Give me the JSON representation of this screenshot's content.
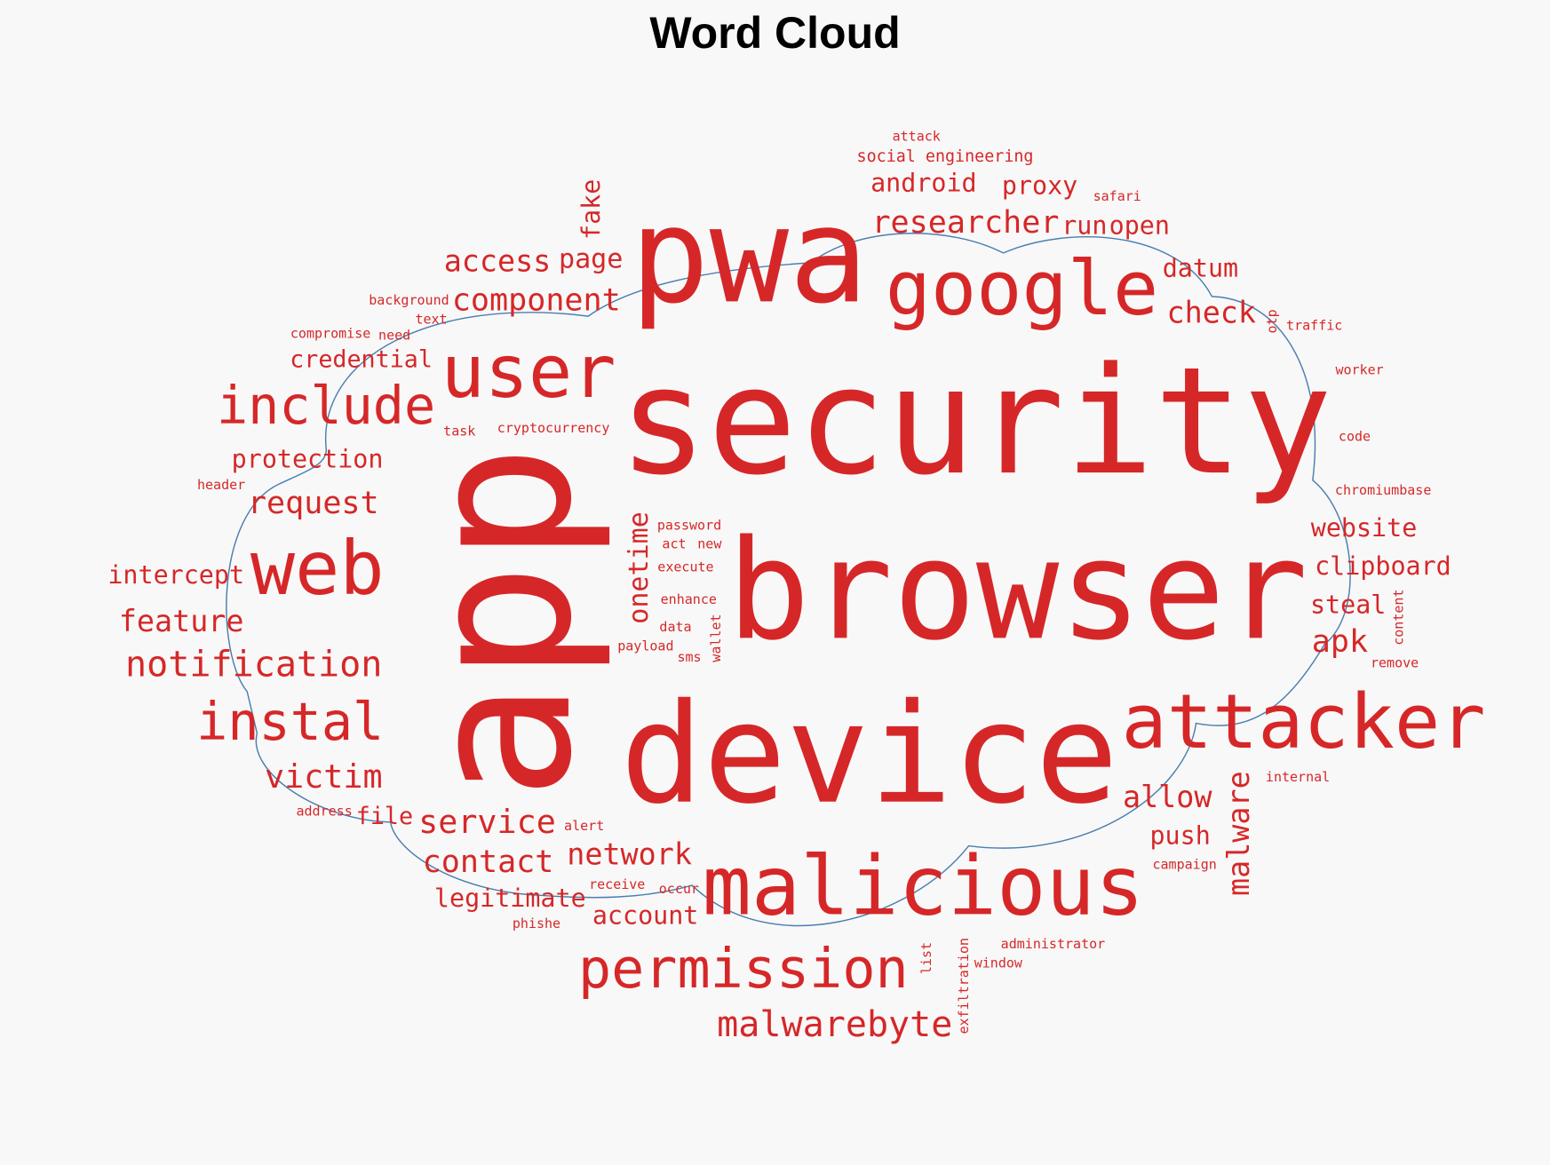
{
  "chart_data": {
    "type": "wordcloud",
    "title": "Word Cloud",
    "color": "#d62728",
    "outline_color": "#4a7fb0",
    "background": "#f8f8f8",
    "shape": "cloud",
    "words": [
      {
        "text": "security",
        "weight": 1.0
      },
      {
        "text": "browser",
        "weight": 0.93
      },
      {
        "text": "device",
        "weight": 0.93
      },
      {
        "text": "app",
        "weight": 1.33
      },
      {
        "text": "pwa",
        "weight": 0.89
      },
      {
        "text": "google",
        "weight": 0.51
      },
      {
        "text": "user",
        "weight": 0.49
      },
      {
        "text": "attacker",
        "weight": 0.51
      },
      {
        "text": "malicious",
        "weight": 0.55
      },
      {
        "text": "web",
        "weight": 0.5
      },
      {
        "text": "include",
        "weight": 0.35
      },
      {
        "text": "instal",
        "weight": 0.35
      },
      {
        "text": "permission",
        "weight": 0.37
      },
      {
        "text": "malwarebyte",
        "weight": 0.24
      },
      {
        "text": "account",
        "weight": 0.17
      },
      {
        "text": "notification",
        "weight": 0.24
      },
      {
        "text": "victim",
        "weight": 0.22
      },
      {
        "text": "service",
        "weight": 0.22
      },
      {
        "text": "contact",
        "weight": 0.21
      },
      {
        "text": "file",
        "weight": 0.16
      },
      {
        "text": "address",
        "weight": 0.09
      },
      {
        "text": "intercept",
        "weight": 0.17
      },
      {
        "text": "feature",
        "weight": 0.2
      },
      {
        "text": "request",
        "weight": 0.21
      },
      {
        "text": "onetime",
        "weight": 0.18
      },
      {
        "text": "access",
        "weight": 0.2
      },
      {
        "text": "fake",
        "weight": 0.17
      },
      {
        "text": "page",
        "weight": 0.18
      },
      {
        "text": "researcher",
        "weight": 0.21
      },
      {
        "text": "android",
        "weight": 0.17
      },
      {
        "text": "attack",
        "weight": 0.09
      },
      {
        "text": "run",
        "weight": 0.17
      },
      {
        "text": "open",
        "weight": 0.17
      },
      {
        "text": "datum",
        "weight": 0.17
      },
      {
        "text": "social engineering",
        "weight": 0.11
      },
      {
        "text": "check",
        "weight": 0.2
      },
      {
        "text": "otp",
        "weight": 0.09
      },
      {
        "text": "safari",
        "weight": 0.09
      },
      {
        "text": "traffic",
        "weight": 0.09
      },
      {
        "text": "worker",
        "weight": 0.09
      },
      {
        "text": "proxy",
        "weight": 0.17
      },
      {
        "text": "code",
        "weight": 0.09
      },
      {
        "text": "chromiumbase",
        "weight": 0.09
      },
      {
        "text": "website",
        "weight": 0.17
      },
      {
        "text": "clipboard",
        "weight": 0.17
      },
      {
        "text": "content",
        "weight": 0.09
      },
      {
        "text": "protection",
        "weight": 0.17
      },
      {
        "text": "password",
        "weight": 0.09
      },
      {
        "text": "new",
        "weight": 0.09
      },
      {
        "text": "component",
        "weight": 0.21
      },
      {
        "text": "credential",
        "weight": 0.16
      },
      {
        "text": "cryptocurrency",
        "weight": 0.09
      },
      {
        "text": "network",
        "weight": 0.2
      },
      {
        "text": "payload",
        "weight": 0.09
      },
      {
        "text": "wallet",
        "weight": 0.09
      },
      {
        "text": "data",
        "weight": 0.09
      },
      {
        "text": "sms",
        "weight": 0.09
      },
      {
        "text": "legitimate",
        "weight": 0.17
      },
      {
        "text": "enhance",
        "weight": 0.09
      },
      {
        "text": "list",
        "weight": 0.09
      },
      {
        "text": "exfiltration",
        "weight": 0.09
      },
      {
        "text": "allow",
        "weight": 0.2
      },
      {
        "text": "malware",
        "weight": 0.2
      },
      {
        "text": "steal",
        "weight": 0.17
      },
      {
        "text": "remove",
        "weight": 0.09
      },
      {
        "text": "apk",
        "weight": 0.21
      },
      {
        "text": "internal",
        "weight": 0.09
      },
      {
        "text": "campaign",
        "weight": 0.09
      },
      {
        "text": "push",
        "weight": 0.17
      },
      {
        "text": "administrator",
        "weight": 0.09
      },
      {
        "text": "phishe",
        "weight": 0.09
      },
      {
        "text": "receive",
        "weight": 0.09
      },
      {
        "text": "alert",
        "weight": 0.09
      },
      {
        "text": "occur",
        "weight": 0.09
      },
      {
        "text": "window",
        "weight": 0.09
      },
      {
        "text": "text",
        "weight": 0.09
      },
      {
        "text": "background",
        "weight": 0.09
      },
      {
        "text": "need",
        "weight": 0.09
      },
      {
        "text": "compromise",
        "weight": 0.09
      },
      {
        "text": "task",
        "weight": 0.09
      },
      {
        "text": "header",
        "weight": 0.09
      },
      {
        "text": "execute",
        "weight": 0.09
      },
      {
        "text": "act",
        "weight": 0.09
      }
    ]
  }
}
